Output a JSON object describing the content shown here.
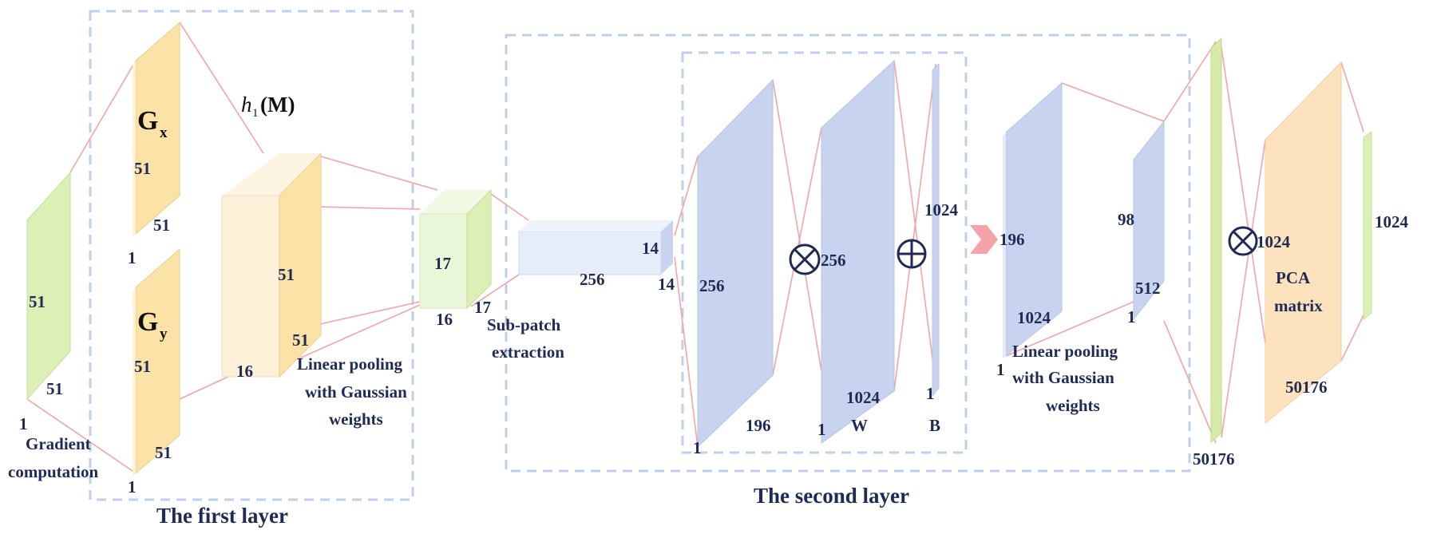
{
  "labels": {
    "input_h": "51",
    "input_w": "51",
    "input_d": "1",
    "gradient_caption_1": "Gradient",
    "gradient_caption_2": "computation",
    "gx_main": "G",
    "gx_sub": "x",
    "gx_h": "51",
    "gx_w": "51",
    "gx_d": "1",
    "gy_main": "G",
    "gy_sub": "y",
    "gy_h": "51",
    "gy_w": "51",
    "gy_d": "1",
    "h1_italic": "h",
    "h1_sub": "1",
    "h1_arg": "(M)",
    "cube1_h": "51",
    "cube1_w": "51",
    "cube1_d": "16",
    "pool1_caption_1": "Linear pooling",
    "pool1_caption_2": "with Gaussian",
    "pool1_caption_3": "weights",
    "cube2_front": "17",
    "cube2_d": "16",
    "cube2_side": "17",
    "subpatch_caption_1": "Sub-patch",
    "subpatch_caption_2": "extraction",
    "rect_w": "256",
    "rect_a": "14",
    "rect_b": "14",
    "p1_h": "256",
    "p1_w": "196",
    "p1_d": "1",
    "mult1_label": "256",
    "p2_w": "1024",
    "p2_d": "1",
    "p2_name": "W",
    "add_top": "1024",
    "b_d": "1",
    "b_name": "B",
    "p4_top": "196",
    "p4_h": "1024",
    "p4_d": "1",
    "pool2_caption_1": "Linear pooling",
    "pool2_caption_2": "with Gaussian",
    "pool2_caption_3": "weights",
    "p5_top": "98",
    "p5_w": "512",
    "p5_d": "1",
    "bar_bottom": "50176",
    "mult2_label": "1024",
    "pca_caption_1": "PCA",
    "pca_caption_2": "matrix",
    "pca_w": "50176",
    "out_label": "1024",
    "first_layer": "The first layer",
    "second_layer": "The second layer"
  },
  "colors": {
    "green": "#dcefb4",
    "yellow": "#fbe3a8",
    "blue": "#c8d4ef",
    "peach": "#fde3bd",
    "connector": "#f4a3a8",
    "dashed": "#bcd0ec",
    "text": "#1f2a55"
  }
}
